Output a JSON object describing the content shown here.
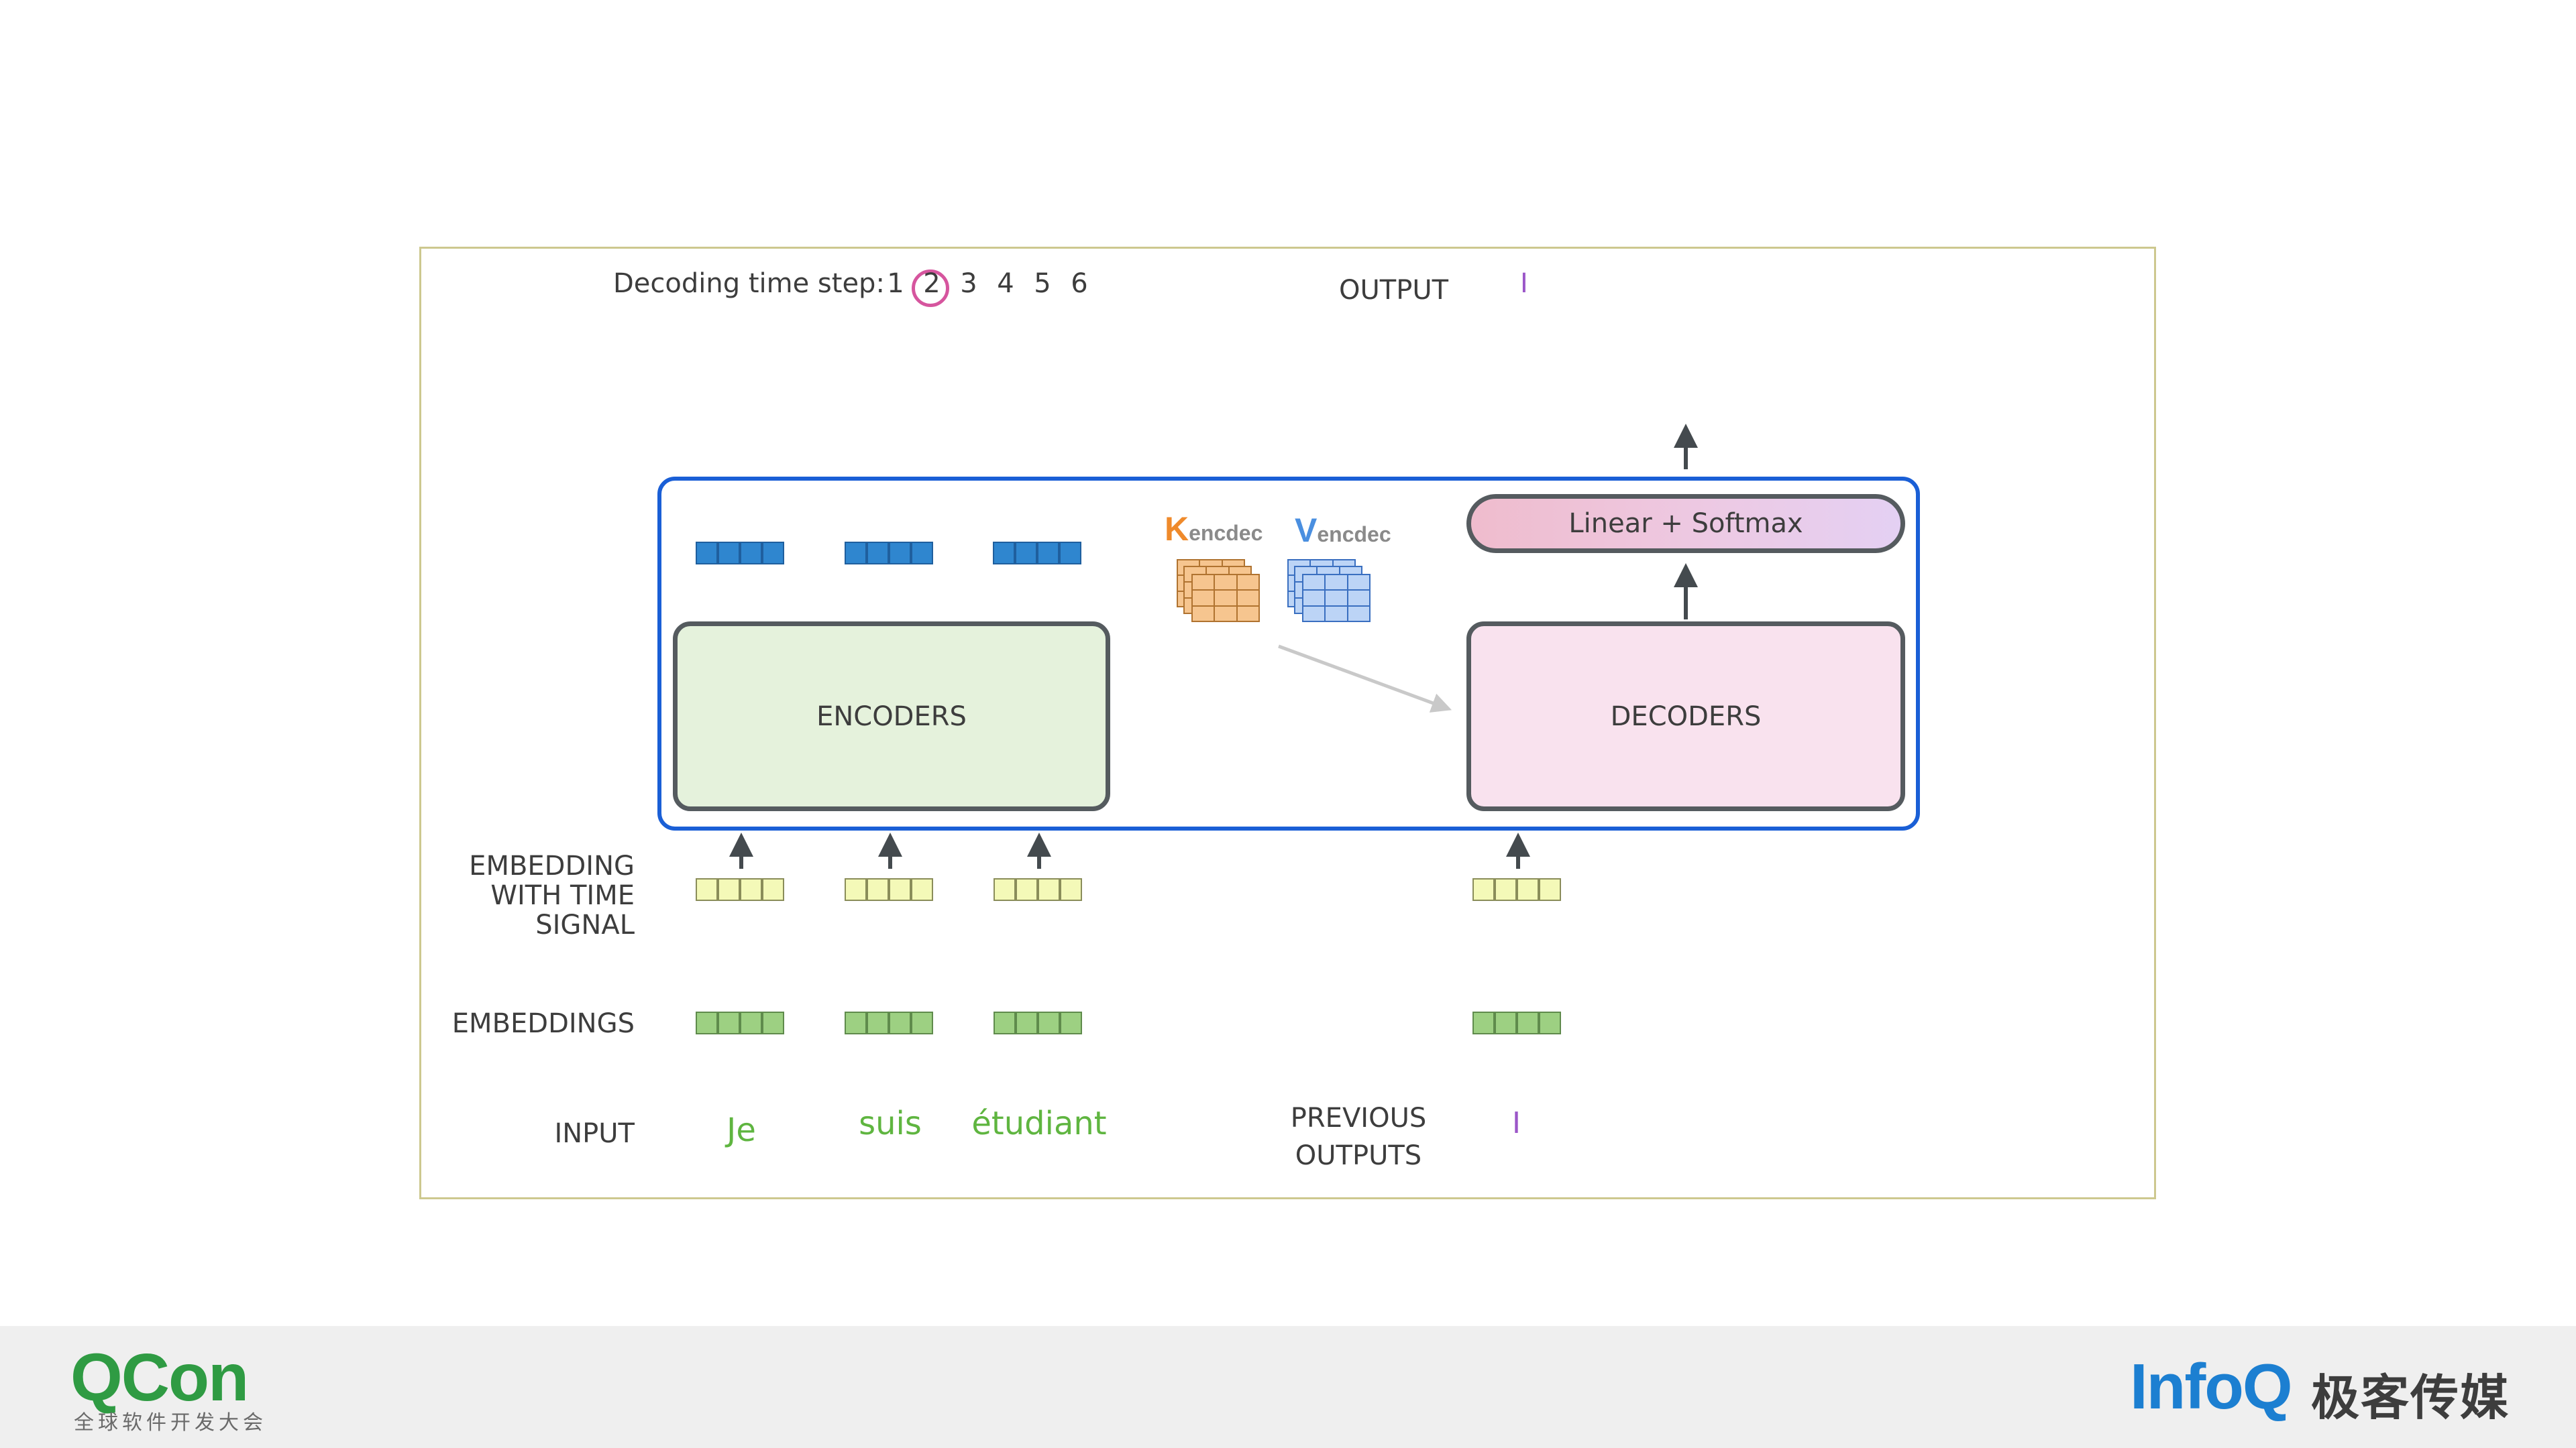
{
  "header": {
    "decoding_label": "Decoding time step:",
    "time_steps": [
      "1",
      "2",
      "3",
      "4",
      "5",
      "6"
    ],
    "current_step": "2",
    "output_label": "OUTPUT",
    "output_token": "I"
  },
  "model": {
    "encoders_label": "ENCODERS",
    "decoders_label": "DECODERS",
    "linear_softmax_label": "Linear + Softmax",
    "k_letter": "K",
    "k_sub": "encdec",
    "v_letter": "V",
    "v_sub": "encdec"
  },
  "rows": {
    "embedding_time_signal": [
      "EMBEDDING",
      "WITH TIME",
      "SIGNAL"
    ],
    "embeddings": "EMBEDDINGS",
    "input": "INPUT",
    "previous_outputs": [
      "PREVIOUS",
      "OUTPUTS"
    ]
  },
  "input_words": [
    "Je",
    "suis",
    "étudiant"
  ],
  "previous_output_token": "I",
  "footer": {
    "left_logo": "QCon",
    "left_sub": "全球软件开发大会",
    "right_logo": "InfoQ",
    "right_cn": "极客传媒"
  },
  "colors": {
    "model_border": "#1a5fd6",
    "encoder_fill": "#e5f2dc",
    "decoder_fill": "#f9e2ee",
    "current_step_ring": "#d6559e",
    "key_color": "#ef8a2b",
    "value_color": "#4a8fe0",
    "input_word_color": "#5fb540",
    "output_token_color": "#9b56c8"
  }
}
